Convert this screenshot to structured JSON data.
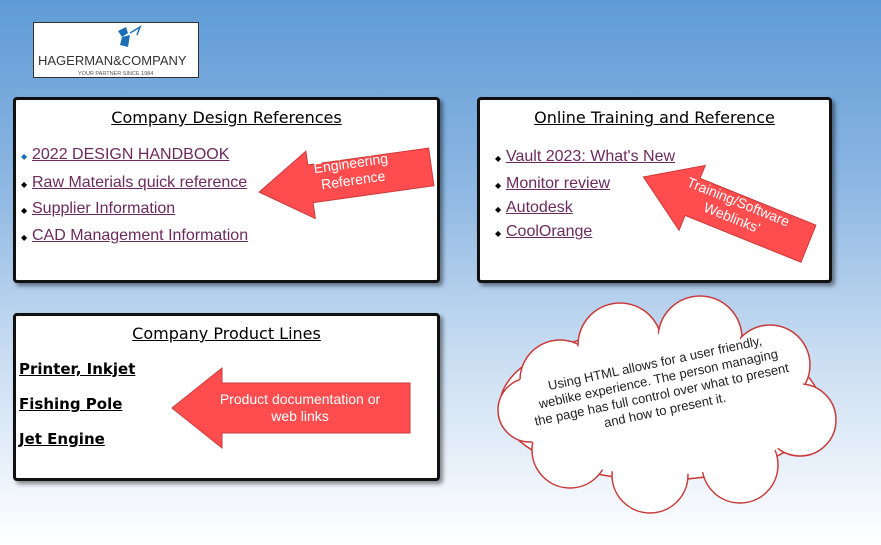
{
  "logo": {
    "name": "HAGERMAN&COMPANY",
    "tagline": "YOUR PARTNER SINCE 1984"
  },
  "design_refs": {
    "title": "Company Design References",
    "links": [
      "2022 DESIGN HANDBOOK",
      "Raw Materials quick reference",
      "Supplier Information",
      "CAD Management Information"
    ],
    "callout": "Engineering Reference"
  },
  "training": {
    "title": "Online Training and Reference",
    "links": [
      "Vault 2023: What's New",
      "Monitor review",
      "Autodesk",
      "CoolOrange"
    ],
    "callout": "Training/Software Weblinks'"
  },
  "products": {
    "title": "Company Product Lines",
    "items": [
      "Printer, Inkjet",
      "Fishing Pole",
      "Jet Engine"
    ],
    "callout": "Product documentation or web links"
  },
  "cloud": {
    "text": "Using HTML allows for a user friendly, weblike experience.  The person managing the page has full control over what to present and how to present it."
  },
  "colors": {
    "arrow": "#ff4d4f",
    "link": "#6b2a5c",
    "logo_blue": "#1c6fb5"
  }
}
